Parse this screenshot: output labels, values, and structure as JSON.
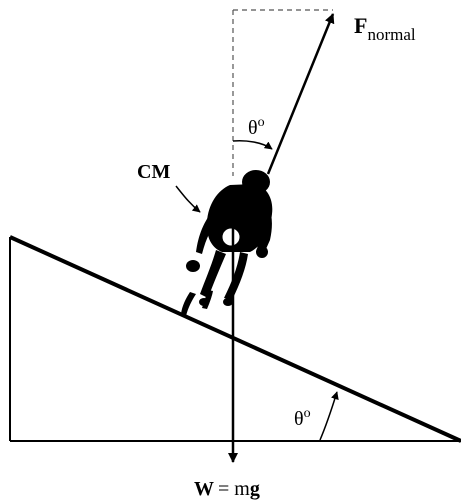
{
  "diagram": {
    "force_normal": {
      "symbol": "F",
      "subscript": "normal"
    },
    "center_of_mass": {
      "label": "CM"
    },
    "weight": {
      "symbol": "W",
      "equals": "= m",
      "g": "g"
    },
    "angle_top": {
      "theta": "θ",
      "degree": "o"
    },
    "angle_bottom": {
      "theta": "θ",
      "degree": "o"
    },
    "colors": {
      "ink": "#000000",
      "dashed": "#555555",
      "background": "#ffffff"
    }
  }
}
